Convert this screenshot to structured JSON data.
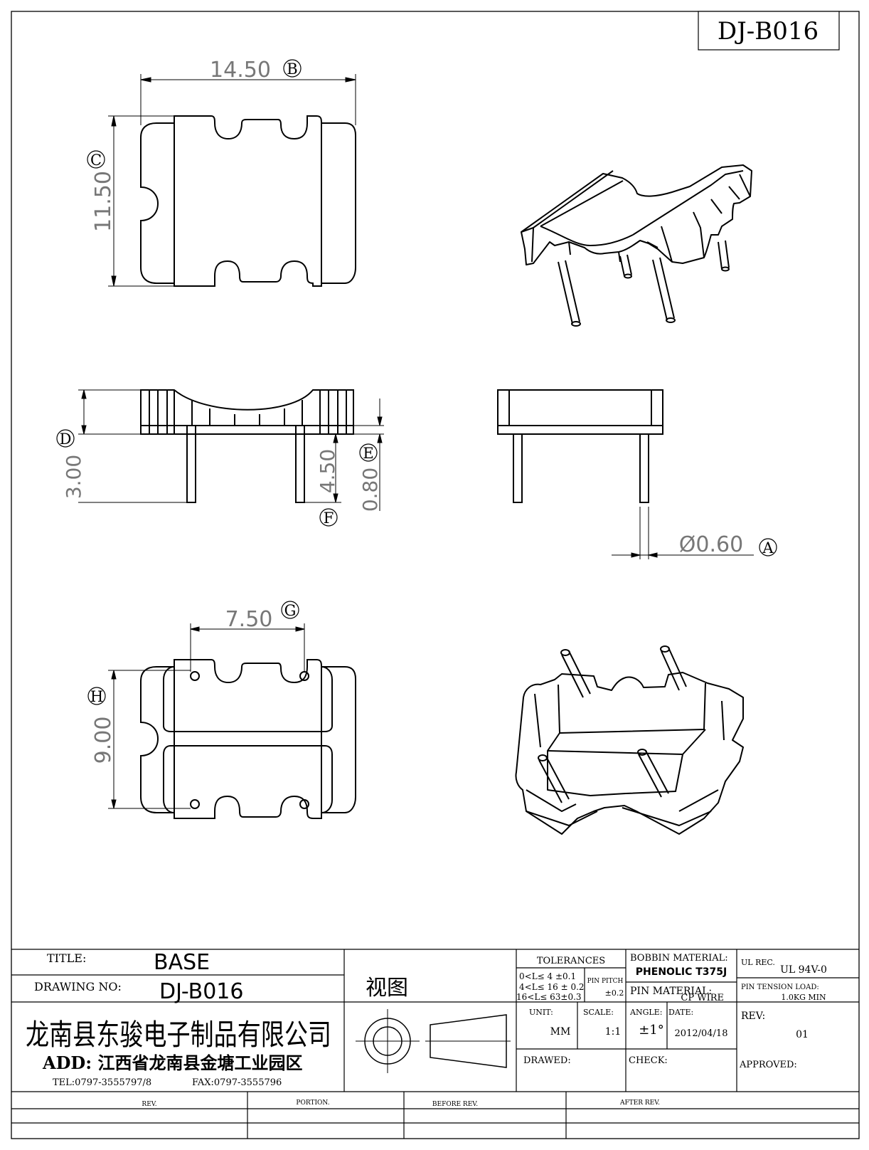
{
  "drawing_code": "DJ-B016",
  "dimensions": {
    "B": {
      "letter": "B",
      "value": "14.50"
    },
    "C": {
      "letter": "C",
      "value": "11.50"
    },
    "D": {
      "letter": "D",
      "value": "3.00"
    },
    "E": {
      "letter": "E",
      "value": "4.50"
    },
    "F": {
      "letter": "F",
      "value": "0.80"
    },
    "A": {
      "letter": "A",
      "value": "Ø0.60"
    },
    "G": {
      "letter": "G",
      "value": "7.50"
    },
    "H": {
      "letter": "H",
      "value": "9.00"
    }
  },
  "title_block": {
    "title_label": "TITLE:",
    "title_value": "BASE",
    "drawing_no_label": "DRAWING NO:",
    "drawing_no_value": "DJ-B016",
    "view_label": "视图",
    "company_name": "龙南县东骏电子制品有限公司",
    "address": "ADD: 江西省龙南县金塘工业园区",
    "tel": "TEL:0797-3555797/8",
    "fax": "FAX:0797-3555796",
    "tolerances_label": "TOLERANCES",
    "tol_row1": "0<L≤ 4   ±0.1",
    "tol_row2": "4<L≤ 16  ±  0.2",
    "tol_row3": "16<L≤ 63±0.3",
    "pin_pitch_label": "PIN PITCH",
    "pin_pitch_value": "±0.2",
    "unit_label": "UNIT:",
    "unit_value": "MM",
    "scale_label": "SCALE:",
    "scale_value": "1:1",
    "angle_label": "ANGLE:",
    "angle_value": "±1°",
    "date_label": "DATE:",
    "date_value": "2012/04/18",
    "drawed_label": "DRAWED:",
    "check_label": "CHECK:",
    "bobbin_material_label": "BOBBIN MATERIAL:",
    "bobbin_material_value": "PHENOLIC T375J",
    "pin_material_label": "PIN MATERIAL:",
    "pin_material_value": "CP WIRE",
    "ul_rec_label": "UL REC.",
    "ul_rec_value": "UL  94V-0",
    "pin_tension_label": "PIN TENSION LOAD:",
    "pin_tension_value": "1.0KG MIN",
    "rev_label": "REV:",
    "rev_value": "01",
    "approved_label": "APPROVED:"
  },
  "revision_table": {
    "rev": "REV.",
    "portion": "PORTION.",
    "before_rev": "BEFORE REV.",
    "after_rev": "AFTER REV."
  }
}
